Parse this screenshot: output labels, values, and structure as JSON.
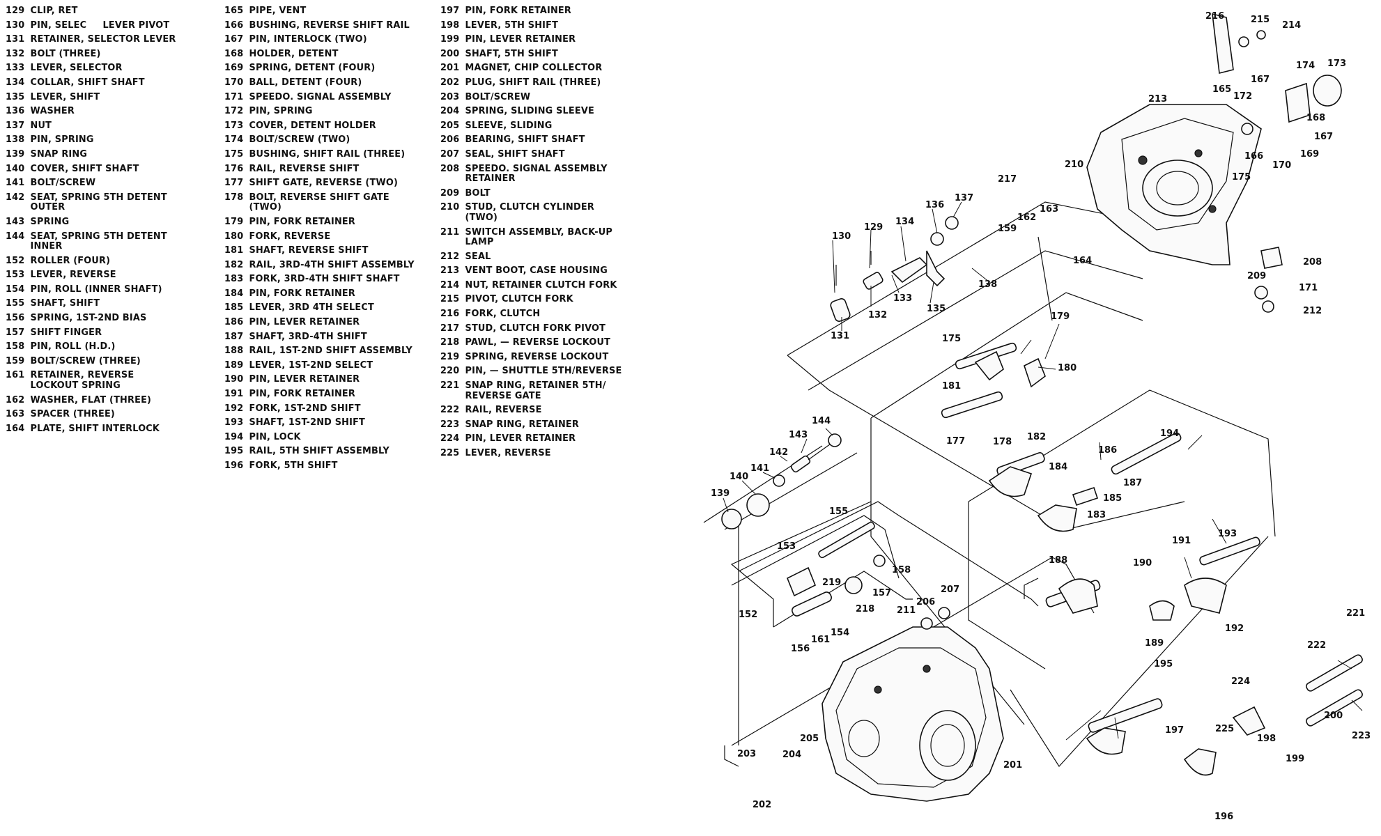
{
  "legend": {
    "col1": [
      {
        "num": "129",
        "text": "CLIP, RET"
      },
      {
        "num": "130",
        "text": "PIN, SELEC     LEVER PIVOT"
      },
      {
        "num": "131",
        "text": "RETAINER, SELECTOR LEVER"
      },
      {
        "num": "132",
        "text": "BOLT (THREE)"
      },
      {
        "num": "133",
        "text": "LEVER, SELECTOR"
      },
      {
        "num": "134",
        "text": "COLLAR, SHIFT SHAFT"
      },
      {
        "num": "135",
        "text": "LEVER, SHIFT"
      },
      {
        "num": "136",
        "text": "WASHER"
      },
      {
        "num": "137",
        "text": "NUT"
      },
      {
        "num": "138",
        "text": "PIN, SPRING"
      },
      {
        "num": "139",
        "text": "SNAP RING"
      },
      {
        "num": "140",
        "text": "COVER, SHIFT SHAFT"
      },
      {
        "num": "141",
        "text": "BOLT/SCREW"
      },
      {
        "num": "142",
        "text": "SEAT, SPRING 5TH DETENT\nOUTER"
      },
      {
        "num": "143",
        "text": "SPRING"
      },
      {
        "num": "144",
        "text": "SEAT, SPRING 5TH DETENT\nINNER"
      },
      {
        "num": "152",
        "text": "ROLLER (FOUR)"
      },
      {
        "num": "153",
        "text": "LEVER, REVERSE"
      },
      {
        "num": "154",
        "text": "PIN, ROLL (INNER SHAFT)"
      },
      {
        "num": "155",
        "text": "SHAFT, SHIFT"
      },
      {
        "num": "156",
        "text": "SPRING, 1ST-2ND BIAS"
      },
      {
        "num": "157",
        "text": "SHIFT FINGER"
      },
      {
        "num": "158",
        "text": "PIN, ROLL (H.D.)"
      },
      {
        "num": "159",
        "text": "BOLT/SCREW (THREE)"
      },
      {
        "num": "161",
        "text": "RETAINER, REVERSE\nLOCKOUT SPRING"
      },
      {
        "num": "162",
        "text": "WASHER, FLAT (THREE)"
      },
      {
        "num": "163",
        "text": "SPACER (THREE)"
      },
      {
        "num": "164",
        "text": "PLATE, SHIFT INTERLOCK"
      }
    ],
    "col2": [
      {
        "num": "165",
        "text": "PIPE, VENT"
      },
      {
        "num": "166",
        "text": "BUSHING, REVERSE SHIFT RAIL"
      },
      {
        "num": "167",
        "text": "PIN, INTERLOCK (TWO)"
      },
      {
        "num": "168",
        "text": "HOLDER, DETENT"
      },
      {
        "num": "169",
        "text": "SPRING, DETENT (FOUR)"
      },
      {
        "num": "170",
        "text": "BALL, DETENT (FOUR)"
      },
      {
        "num": "171",
        "text": "SPEEDO. SIGNAL ASSEMBLY"
      },
      {
        "num": "172",
        "text": "PIN, SPRING"
      },
      {
        "num": "173",
        "text": "COVER, DETENT HOLDER"
      },
      {
        "num": "174",
        "text": "BOLT/SCREW (TWO)"
      },
      {
        "num": "175",
        "text": "BUSHING, SHIFT RAIL (THREE)"
      },
      {
        "num": "176",
        "text": "RAIL, REVERSE SHIFT"
      },
      {
        "num": "177",
        "text": "SHIFT GATE, REVERSE (TWO)"
      },
      {
        "num": "178",
        "text": "BOLT, REVERSE SHIFT GATE\n(TWO)"
      },
      {
        "num": "179",
        "text": "PIN, FORK RETAINER"
      },
      {
        "num": "180",
        "text": "FORK, REVERSE"
      },
      {
        "num": "181",
        "text": "SHAFT, REVERSE SHIFT"
      },
      {
        "num": "182",
        "text": "RAIL, 3RD-4TH SHIFT ASSEMBLY"
      },
      {
        "num": "183",
        "text": "FORK, 3RD-4TH SHIFT SHAFT"
      },
      {
        "num": "184",
        "text": "PIN, FORK RETAINER"
      },
      {
        "num": "185",
        "text": "LEVER, 3RD 4TH SELECT"
      },
      {
        "num": "186",
        "text": "PIN, LEVER RETAINER"
      },
      {
        "num": "187",
        "text": "SHAFT, 3RD-4TH SHIFT"
      },
      {
        "num": "188",
        "text": "RAIL, 1ST-2ND SHIFT ASSEMBLY"
      },
      {
        "num": "189",
        "text": "LEVER, 1ST-2ND SELECT"
      },
      {
        "num": "190",
        "text": "PIN, LEVER RETAINER"
      },
      {
        "num": "191",
        "text": "PIN, FORK RETAINER"
      },
      {
        "num": "192",
        "text": "FORK, 1ST-2ND SHIFT"
      },
      {
        "num": "193",
        "text": "SHAFT, 1ST-2ND SHIFT"
      },
      {
        "num": "194",
        "text": "PIN, LOCK"
      },
      {
        "num": "195",
        "text": "RAIL, 5TH SHIFT ASSEMBLY"
      },
      {
        "num": "196",
        "text": "FORK, 5TH SHIFT"
      }
    ],
    "col3": [
      {
        "num": "197",
        "text": "PIN, FORK RETAINER"
      },
      {
        "num": "198",
        "text": "LEVER, 5TH SHIFT"
      },
      {
        "num": "199",
        "text": "PIN, LEVER RETAINER"
      },
      {
        "num": "200",
        "text": "SHAFT, 5TH SHIFT"
      },
      {
        "num": "201",
        "text": "MAGNET, CHIP COLLECTOR"
      },
      {
        "num": "202",
        "text": "PLUG, SHIFT RAIL (THREE)"
      },
      {
        "num": "203",
        "text": "BOLT/SCREW"
      },
      {
        "num": "204",
        "text": "SPRING, SLIDING SLEEVE"
      },
      {
        "num": "205",
        "text": "SLEEVE, SLIDING"
      },
      {
        "num": "206",
        "text": "BEARING, SHIFT SHAFT"
      },
      {
        "num": "207",
        "text": "SEAL, SHIFT SHAFT"
      },
      {
        "num": "208",
        "text": "SPEEDO. SIGNAL ASSEMBLY\nRETAINER"
      },
      {
        "num": "209",
        "text": "BOLT"
      },
      {
        "num": "210",
        "text": "STUD, CLUTCH CYLINDER\n(TWO)"
      },
      {
        "num": "211",
        "text": "SWITCH ASSEMBLY, BACK-UP\nLAMP"
      },
      {
        "num": "212",
        "text": "SEAL"
      },
      {
        "num": "213",
        "text": "VENT BOOT, CASE HOUSING"
      },
      {
        "num": "214",
        "text": "NUT, RETAINER CLUTCH FORK"
      },
      {
        "num": "215",
        "text": "PIVOT, CLUTCH FORK"
      },
      {
        "num": "216",
        "text": "FORK, CLUTCH"
      },
      {
        "num": "217",
        "text": "STUD, CLUTCH FORK PIVOT"
      },
      {
        "num": "218",
        "text": "PAWL, — REVERSE LOCKOUT"
      },
      {
        "num": "219",
        "text": "SPRING, REVERSE LOCKOUT"
      },
      {
        "num": "220",
        "text": "PIN, — SHUTTLE 5TH/REVERSE"
      },
      {
        "num": "221",
        "text": "SNAP RING, RETAINER 5TH/\nREVERSE GATE"
      },
      {
        "num": "222",
        "text": "RAIL, REVERSE"
      },
      {
        "num": "223",
        "text": "SNAP RING, RETAINER"
      },
      {
        "num": "224",
        "text": "PIN, LEVER RETAINER"
      },
      {
        "num": "225",
        "text": "LEVER, REVERSE"
      }
    ]
  },
  "callouts": {
    "c129": "129",
    "c130": "130",
    "c131": "131",
    "c132": "132",
    "c133": "133",
    "c134": "134",
    "c135": "135",
    "c136": "136",
    "c137": "137",
    "c138": "138",
    "c139": "139",
    "c140": "140",
    "c141": "141",
    "c142": "142",
    "c143": "143",
    "c144": "144",
    "c152": "152",
    "c153": "153",
    "c154": "154",
    "c155": "155",
    "c156": "156",
    "c157": "157",
    "c158": "158",
    "c159": "159",
    "c161": "161",
    "c162": "162",
    "c163": "163",
    "c164": "164",
    "c165": "165",
    "c166": "166",
    "c167a": "167",
    "c167b": "167",
    "c168": "168",
    "c169": "169",
    "c170": "170",
    "c171": "171",
    "c172": "172",
    "c173": "173",
    "c174": "174",
    "c175a": "175",
    "c175b": "175",
    "c177": "177",
    "c178": "178",
    "c179": "179",
    "c180": "180",
    "c181": "181",
    "c182": "182",
    "c183": "183",
    "c184": "184",
    "c185": "185",
    "c186": "186",
    "c187": "187",
    "c188": "188",
    "c189": "189",
    "c190": "190",
    "c191": "191",
    "c192": "192",
    "c193": "193",
    "c194": "194",
    "c195": "195",
    "c196": "196",
    "c197": "197",
    "c198": "198",
    "c199": "199",
    "c200": "200",
    "c201": "201",
    "c202": "202",
    "c203": "203",
    "c204": "204",
    "c205": "205",
    "c206": "206",
    "c207": "207",
    "c208": "208",
    "c209": "209",
    "c210": "210",
    "c211": "211",
    "c212": "212",
    "c213": "213",
    "c214": "214",
    "c215": "215",
    "c216": "216",
    "c217": "217",
    "c218": "218",
    "c219": "219",
    "c221": "221",
    "c222": "222",
    "c223": "223",
    "c224": "224",
    "c225": "225"
  }
}
